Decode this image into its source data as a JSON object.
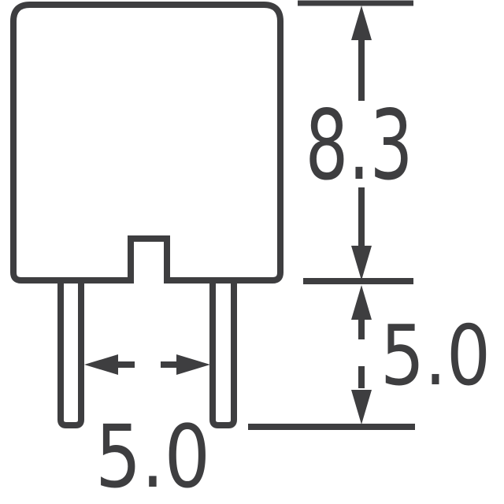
{
  "meta": {
    "background_color": "#ffffff",
    "line_color": "#3e3e40"
  },
  "drawing": {
    "dimensions": {
      "body_height": "8.3",
      "lead_length": "5.0",
      "lead_spacing": "5.0"
    }
  }
}
